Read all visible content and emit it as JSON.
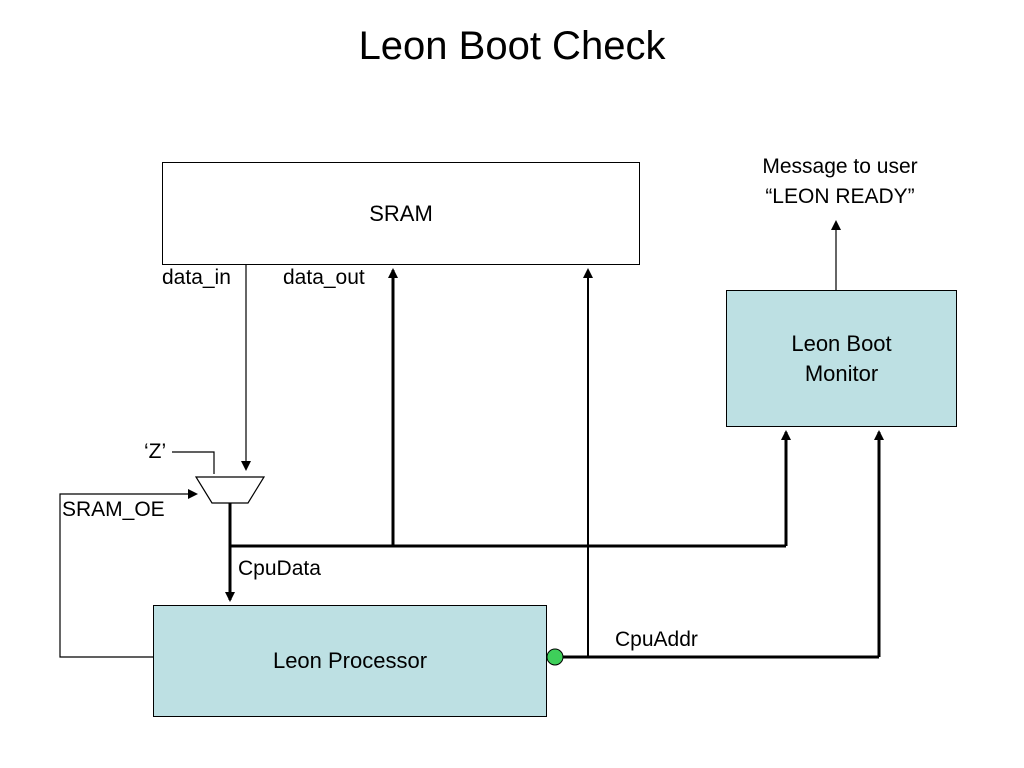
{
  "title": "Leon Boot Check",
  "blocks": {
    "sram": "SRAM",
    "boot_monitor": [
      "Leon Boot",
      "Monitor"
    ],
    "processor": "Leon Processor"
  },
  "message": [
    "Message to user",
    "“LEON READY”"
  ],
  "signals": {
    "data_in": "data_in",
    "data_out": "data_out",
    "z": "‘Z’",
    "sram_oe": "SRAM_OE",
    "cpu_data": "CpuData",
    "cpu_addr": "CpuAddr"
  },
  "colors": {
    "block_fill": "#bde0e3",
    "connector_dot": "#3ecf5a"
  }
}
